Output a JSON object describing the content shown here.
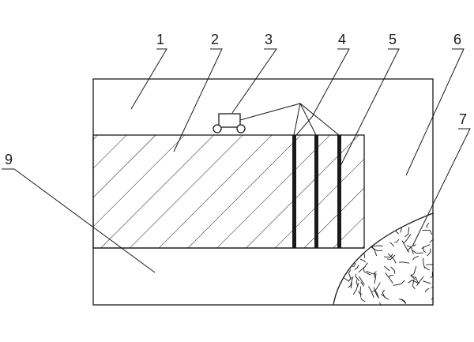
{
  "figure": {
    "callouts": [
      {
        "id": "c1",
        "label": "1"
      },
      {
        "id": "c2",
        "label": "2"
      },
      {
        "id": "c3",
        "label": "3"
      },
      {
        "id": "c4",
        "label": "4"
      },
      {
        "id": "c5",
        "label": "5"
      },
      {
        "id": "c6",
        "label": "6"
      },
      {
        "id": "c7",
        "label": "7"
      },
      {
        "id": "c9",
        "label": "9"
      }
    ],
    "colors": {
      "line": "#1a1a1a",
      "background": "#ffffff"
    }
  }
}
